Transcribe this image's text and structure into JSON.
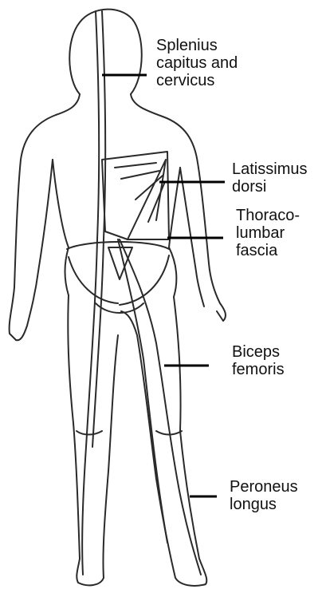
{
  "labels": {
    "splenius": [
      "Splenius",
      "capitus and",
      "cervicus"
    ],
    "latissimus": [
      "Latissimus",
      "dorsi"
    ],
    "thoracolumbar": [
      "Thoraco-",
      "lumbar",
      "fascia"
    ],
    "biceps": [
      "Biceps",
      "femoris"
    ],
    "peroneus": [
      "Peroneus",
      "longus"
    ]
  },
  "colors": {
    "stroke": "#2a2a2a",
    "leader": "#000000",
    "text": "#111111",
    "background": "#ffffff"
  }
}
